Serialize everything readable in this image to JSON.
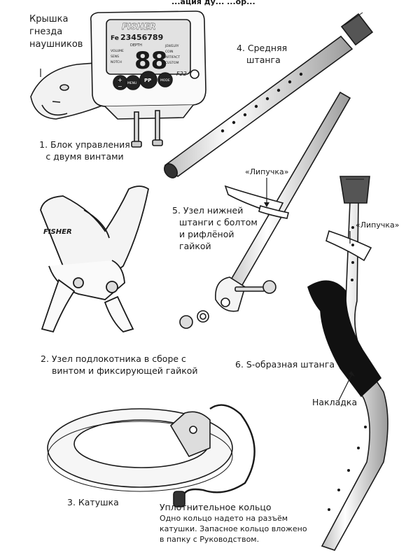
{
  "header_fragment": "...ация ду... ...ор...",
  "labels": {
    "cover": [
      "Крышка",
      "гнезда",
      "наушников"
    ],
    "part1": [
      "1. Блок управления",
      "с двумя винтами"
    ],
    "part2": [
      "2. Узел подлокотника в сборе с",
      "винтом и фиксирующей гайкой"
    ],
    "part3": "3. Катушка",
    "part4": [
      "4. Средняя",
      "штанга"
    ],
    "part5": [
      "5. Узел нижней",
      "штанги с болтом",
      "и рифлёной",
      "гайкой"
    ],
    "part6": "6. S-образная штанга",
    "velcro_a": "«Липучка»",
    "velcro_b": "«Липучка»",
    "overlay": "Накладка",
    "oring_title": "Уплотнительное кольцо",
    "oring_note": [
      "Одно кольцо надето на разъём",
      "катушки. Запасное кольцо вложено",
      "в папку с Руководством."
    ]
  },
  "device": {
    "brand": "FISHER",
    "fe_badge": "Fe",
    "digit_row": "23456789",
    "depth_label": "DEPTH",
    "big_readout": "88",
    "left_modes": [
      "VOLUME",
      "SENS",
      "NOTCH"
    ],
    "right_modes": [
      "JEWELRY",
      "COIN",
      "ARTIFACT",
      "CUSTOM"
    ],
    "buttons": [
      "MENU",
      "PP",
      "MODE"
    ],
    "minus_plus": [
      "+",
      "−"
    ],
    "model": "F22",
    "armrest_brand": "FISHER"
  },
  "colors": {
    "ink": "#1a1a1a",
    "grip": "#111111",
    "lcd": "#e2e2e2",
    "metal": "#f4f4f4"
  }
}
